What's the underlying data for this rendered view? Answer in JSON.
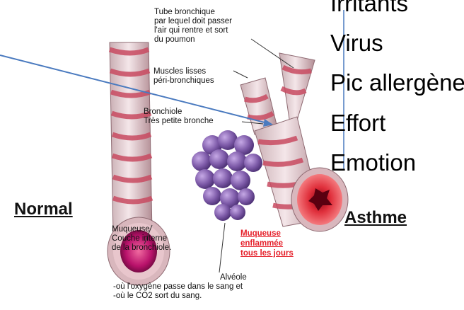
{
  "labels": {
    "tube": [
      "Tube bronchique",
      "par lequel doit passer",
      "l'air qui rentre et sort",
      "du poumon"
    ],
    "muscles": [
      "Muscles lisses",
      "péri-bronchiques"
    ],
    "bronchiole": [
      "Bronchiole",
      "Très petite bronche"
    ],
    "muqueuse": [
      "Muqueuse",
      "Couche interne",
      "de la bronchiole."
    ],
    "alveole": [
      "Alvéole",
      "-où l'oxygène passe dans le sang et",
      "-où le CO2 sort du sang."
    ],
    "muqueuse_enflammee": [
      "Muqueuse",
      "enflammée",
      "tous les jours"
    ]
  },
  "titles": {
    "normal": "Normal",
    "asthme": "Asthme"
  },
  "triggers": [
    "Irritants",
    "Virus",
    "Pic allergène",
    "Effort",
    "Emotion"
  ],
  "colors": {
    "accent_red": "#e5202a",
    "arrow_blue": "#4a7abf",
    "tissue_pink": "#c84a60",
    "alveoli_purple": "#7d5aa8"
  }
}
